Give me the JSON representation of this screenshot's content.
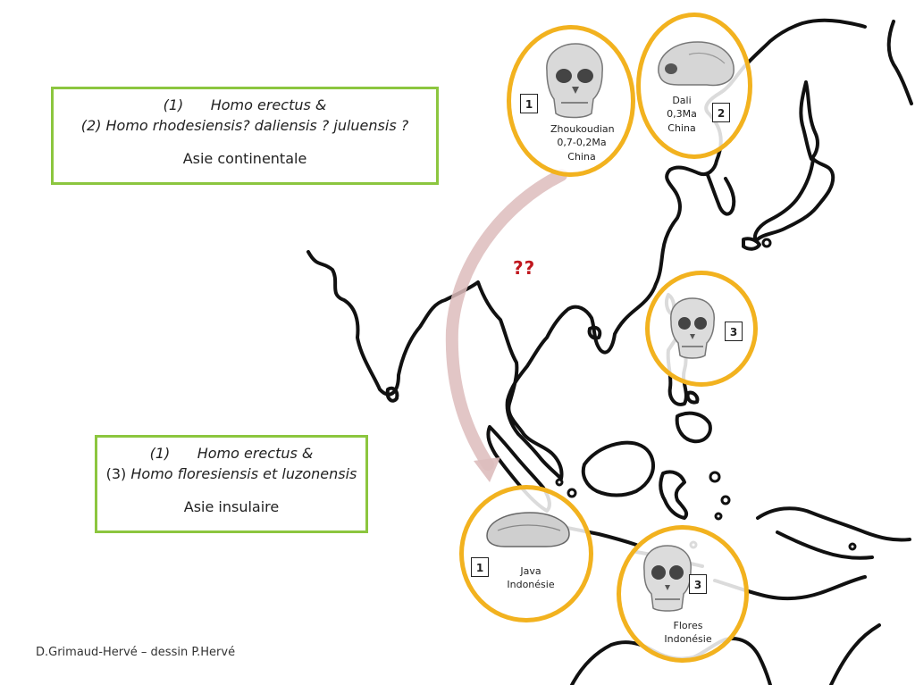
{
  "boxes": {
    "continental": {
      "line1_num": "(1)",
      "line1_text": "Homo erectus &",
      "line2_text": "(2) Homo rhodesiensis? daliensis ? juluensis ?",
      "region": "Asie continentale"
    },
    "insular": {
      "line1_num": "(1)",
      "line1_text": "Homo erectus &",
      "line2_num": "(3)",
      "line2_text": "Homo floresiensis et luzonensis",
      "region": "Asie insulaire"
    }
  },
  "sites": {
    "zhoukoudian": {
      "number": "1",
      "name": "Zhoukoudian",
      "date": "0,7-0,2Ma",
      "country": "China"
    },
    "dali": {
      "number": "2",
      "name": "Dali",
      "date": "0,3Ma",
      "country": "China"
    },
    "luzon": {
      "number": "3"
    },
    "java": {
      "number": "1",
      "name": "Java",
      "country": "Indonésie"
    },
    "flores": {
      "number": "3",
      "name": "Flores",
      "country": "Indonésie"
    }
  },
  "question_marks": "??",
  "credit": "D.Grimaud-Hervé – dessin P.Hervé",
  "colors": {
    "box_border": "#8cc63f",
    "circle_border": "#f2b21f",
    "question_marks": "#c0171e",
    "arrow": "#ddbcbc",
    "coastline": "#111111"
  }
}
